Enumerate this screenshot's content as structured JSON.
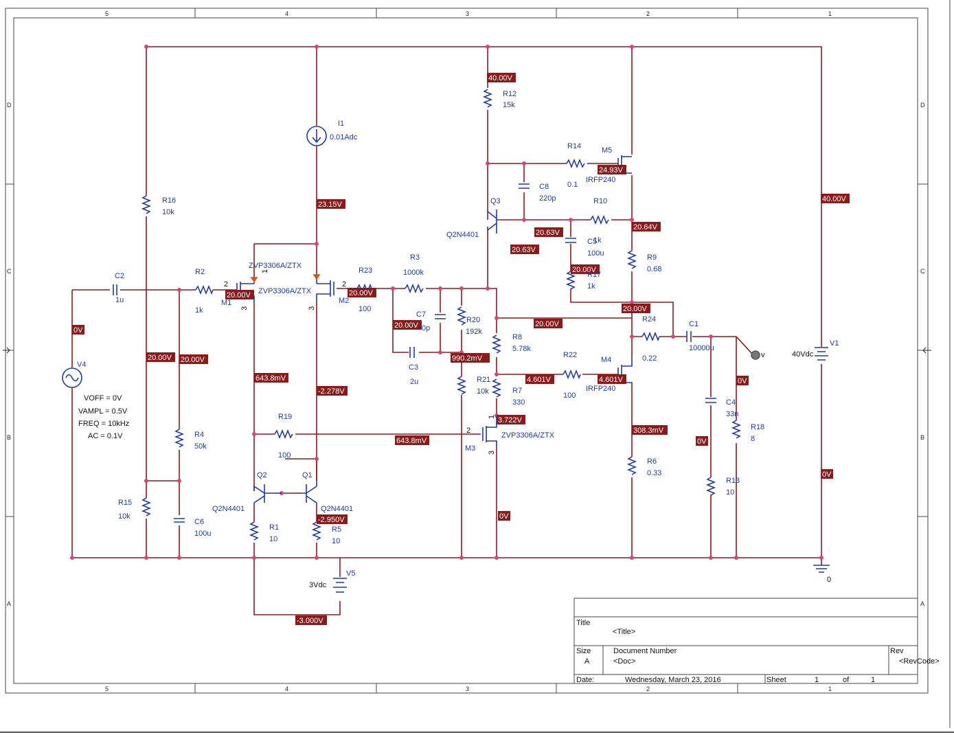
{
  "zones": {
    "cols": [
      "5",
      "4",
      "3",
      "2",
      "1"
    ],
    "rows": [
      "D",
      "C",
      "B",
      "A"
    ]
  },
  "voltages": [
    {
      "id": "v_r12",
      "text": "40.00V"
    },
    {
      "id": "v_m5",
      "text": "24.93V"
    },
    {
      "id": "v_right",
      "text": "40.00V"
    },
    {
      "id": "v_r10",
      "text": "20.64V"
    },
    {
      "id": "v_c5a",
      "text": "20.63V"
    },
    {
      "id": "v_q3b",
      "text": "20.63V"
    },
    {
      "id": "v_i1",
      "text": "23.15V"
    },
    {
      "id": "v_m1",
      "text": "20.00V"
    },
    {
      "id": "v_m2",
      "text": "20.00V"
    },
    {
      "id": "v_r17",
      "text": "20.00V"
    },
    {
      "id": "v_r24",
      "text": "20.00V"
    },
    {
      "id": "v_r8",
      "text": "20.00V"
    },
    {
      "id": "v_c7",
      "text": "20.00V"
    },
    {
      "id": "v_r15",
      "text": "20.00V"
    },
    {
      "id": "v_r4",
      "text": "20.00V"
    },
    {
      "id": "v_c3",
      "text": "990.2mV"
    },
    {
      "id": "v_v4",
      "text": "0V"
    },
    {
      "id": "v_m1s",
      "text": "643.8mV"
    },
    {
      "id": "v_m2s",
      "text": "-2.278V"
    },
    {
      "id": "v_r7",
      "text": "4.601V"
    },
    {
      "id": "v_m4",
      "text": "4.601V"
    },
    {
      "id": "v_out",
      "text": "0V"
    },
    {
      "id": "v_m3",
      "text": "3.722V"
    },
    {
      "id": "v_r19",
      "text": "643.8mV"
    },
    {
      "id": "v_r6",
      "text": "308.3mV"
    },
    {
      "id": "v_c4",
      "text": "0V"
    },
    {
      "id": "v_v1",
      "text": "0V"
    },
    {
      "id": "v_m3s",
      "text": "0V"
    },
    {
      "id": "v_q1",
      "text": "-2.950V"
    },
    {
      "id": "v_v5",
      "text": "-3.000V"
    }
  ],
  "components": [
    {
      "id": "R12",
      "name": "R12",
      "value": "15k"
    },
    {
      "id": "I1",
      "name": "I1",
      "value": "0.01Adc"
    },
    {
      "id": "R14",
      "name": "R14",
      "value": "0.1"
    },
    {
      "id": "M5",
      "name": "M5",
      "value": "IRFP240"
    },
    {
      "id": "C8",
      "name": "C8",
      "value": "220p"
    },
    {
      "id": "Q3",
      "name": "Q3",
      "value": "Q2N4401"
    },
    {
      "id": "R10",
      "name": "R10",
      "value": ""
    },
    {
      "id": "C5",
      "name": "C5",
      "value": "100u"
    },
    {
      "id": "R16",
      "name": "R16",
      "value": "10k"
    },
    {
      "id": "R9",
      "name": "R9",
      "value": "0.68"
    },
    {
      "id": "R17",
      "name": "R17",
      "value": "1k"
    },
    {
      "id": "C2",
      "name": "C2",
      "value": "1u"
    },
    {
      "id": "R2",
      "name": "R2",
      "value": "1k"
    },
    {
      "id": "M1",
      "name": "M1",
      "value": "ZVP3306A/ZTX"
    },
    {
      "id": "M2",
      "name": "M2",
      "value": "ZVP3306A/ZTX"
    },
    {
      "id": "R23",
      "name": "R23",
      "value": "100"
    },
    {
      "id": "R3",
      "name": "R3",
      "value": "1000k"
    },
    {
      "id": "C7",
      "name": "C7",
      "value": ""
    },
    {
      "id": "R20",
      "name": "R20",
      "value": "192k"
    },
    {
      "id": "R8",
      "name": "R8",
      "value": "5.78k"
    },
    {
      "id": "R24",
      "name": "R24",
      "value": "0.22"
    },
    {
      "id": "C1",
      "name": "C1",
      "value": "10000u"
    },
    {
      "id": "V1",
      "name": "V1",
      "value": "40Vdc"
    },
    {
      "id": "V4",
      "name": "V4",
      "value": ""
    },
    {
      "id": "C3",
      "name": "C3",
      "value": "2u"
    },
    {
      "id": "R21",
      "name": "R21",
      "value": "10k"
    },
    {
      "id": "R7",
      "name": "R7",
      "value": "330"
    },
    {
      "id": "R22",
      "name": "R22",
      "value": "100"
    },
    {
      "id": "M4",
      "name": "M4",
      "value": "IRFP240"
    },
    {
      "id": "C4",
      "name": "C4",
      "value": "33n"
    },
    {
      "id": "R18",
      "name": "R18",
      "value": "8"
    },
    {
      "id": "R4",
      "name": "R4",
      "value": "50k"
    },
    {
      "id": "R19",
      "name": "R19",
      "value": "100"
    },
    {
      "id": "M3",
      "name": "M3",
      "value": "ZVP3306A/ZTX"
    },
    {
      "id": "R6",
      "name": "R6",
      "value": "0.33"
    },
    {
      "id": "R13",
      "name": "R13",
      "value": "10"
    },
    {
      "id": "Q2",
      "name": "Q2",
      "value": "Q2N4401"
    },
    {
      "id": "Q1",
      "name": "Q1",
      "value": "Q2N4401"
    },
    {
      "id": "R15",
      "name": "R15",
      "value": "10k"
    },
    {
      "id": "C6",
      "name": "C6",
      "value": "100u"
    },
    {
      "id": "R1",
      "name": "R1",
      "value": "10"
    },
    {
      "id": "R5",
      "name": "R5",
      "value": "10"
    },
    {
      "id": "V5",
      "name": "V5",
      "value": "3Vdc"
    }
  ],
  "misc": {
    "r10_value_fragment": "1k",
    "c7_value_fragment": "0p",
    "pin1": "1",
    "pin2": "2",
    "pin3": "3",
    "probe_label": "v",
    "ground": "0"
  },
  "source_params": [
    "VOFF = 0V",
    "VAMPL = 0.5V",
    "FREQ = 10kHz",
    "AC = 0.1V"
  ],
  "title_block": {
    "title_label": "Title",
    "title_value": "<Title>",
    "size_label": "Size",
    "size_value": "A",
    "docnum_label": "Document Number",
    "docnum_value": "<Doc>",
    "rev_label": "Rev",
    "rev_value": "<RevCode>",
    "date_label": "Date:",
    "date_value": "Wednesday, March 23, 2016",
    "sheet_label": "Sheet",
    "sheet_value": "1",
    "of_label": "of",
    "of_value": "1"
  }
}
